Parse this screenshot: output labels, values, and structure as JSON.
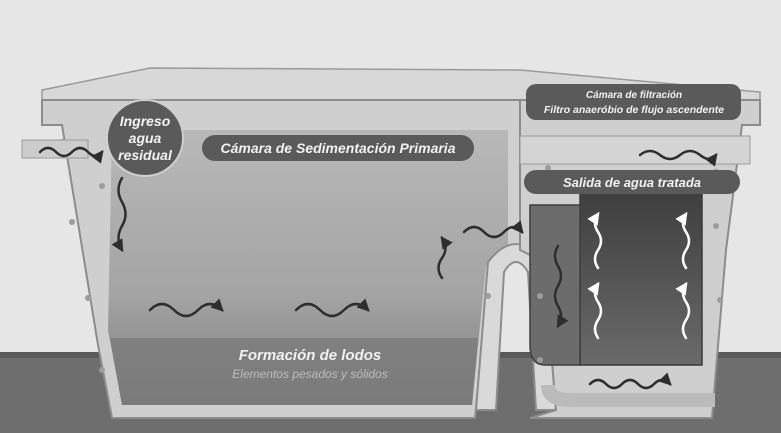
{
  "labels": {
    "inlet_line1": "Ingreso",
    "inlet_line2": "agua",
    "inlet_line3": "residual",
    "primary_chamber": "Cámara de Sedimentación Primaria",
    "filter_line1": "Cámara de filtración",
    "filter_line2": "Filtro anaeróbio de flujo ascendente",
    "treated_outlet": "Salida de agua tratada",
    "sludge_title": "Formación de lodos",
    "sludge_subtitle": "Elementos pesados y sólidos"
  },
  "colors": {
    "background": "#e6e6e6",
    "floor": "#6e6e6e",
    "tank_shell": "#c8c8c8",
    "tank_outline": "#8c8c8c",
    "water": "#a9a9a9",
    "sludge": "#7a7a7a",
    "filter_media": "#4f4f4f",
    "label_pill": "#5a5a5a",
    "flow_arrow": "#2e2e2e",
    "upflow_arrow": "#ffffff"
  }
}
